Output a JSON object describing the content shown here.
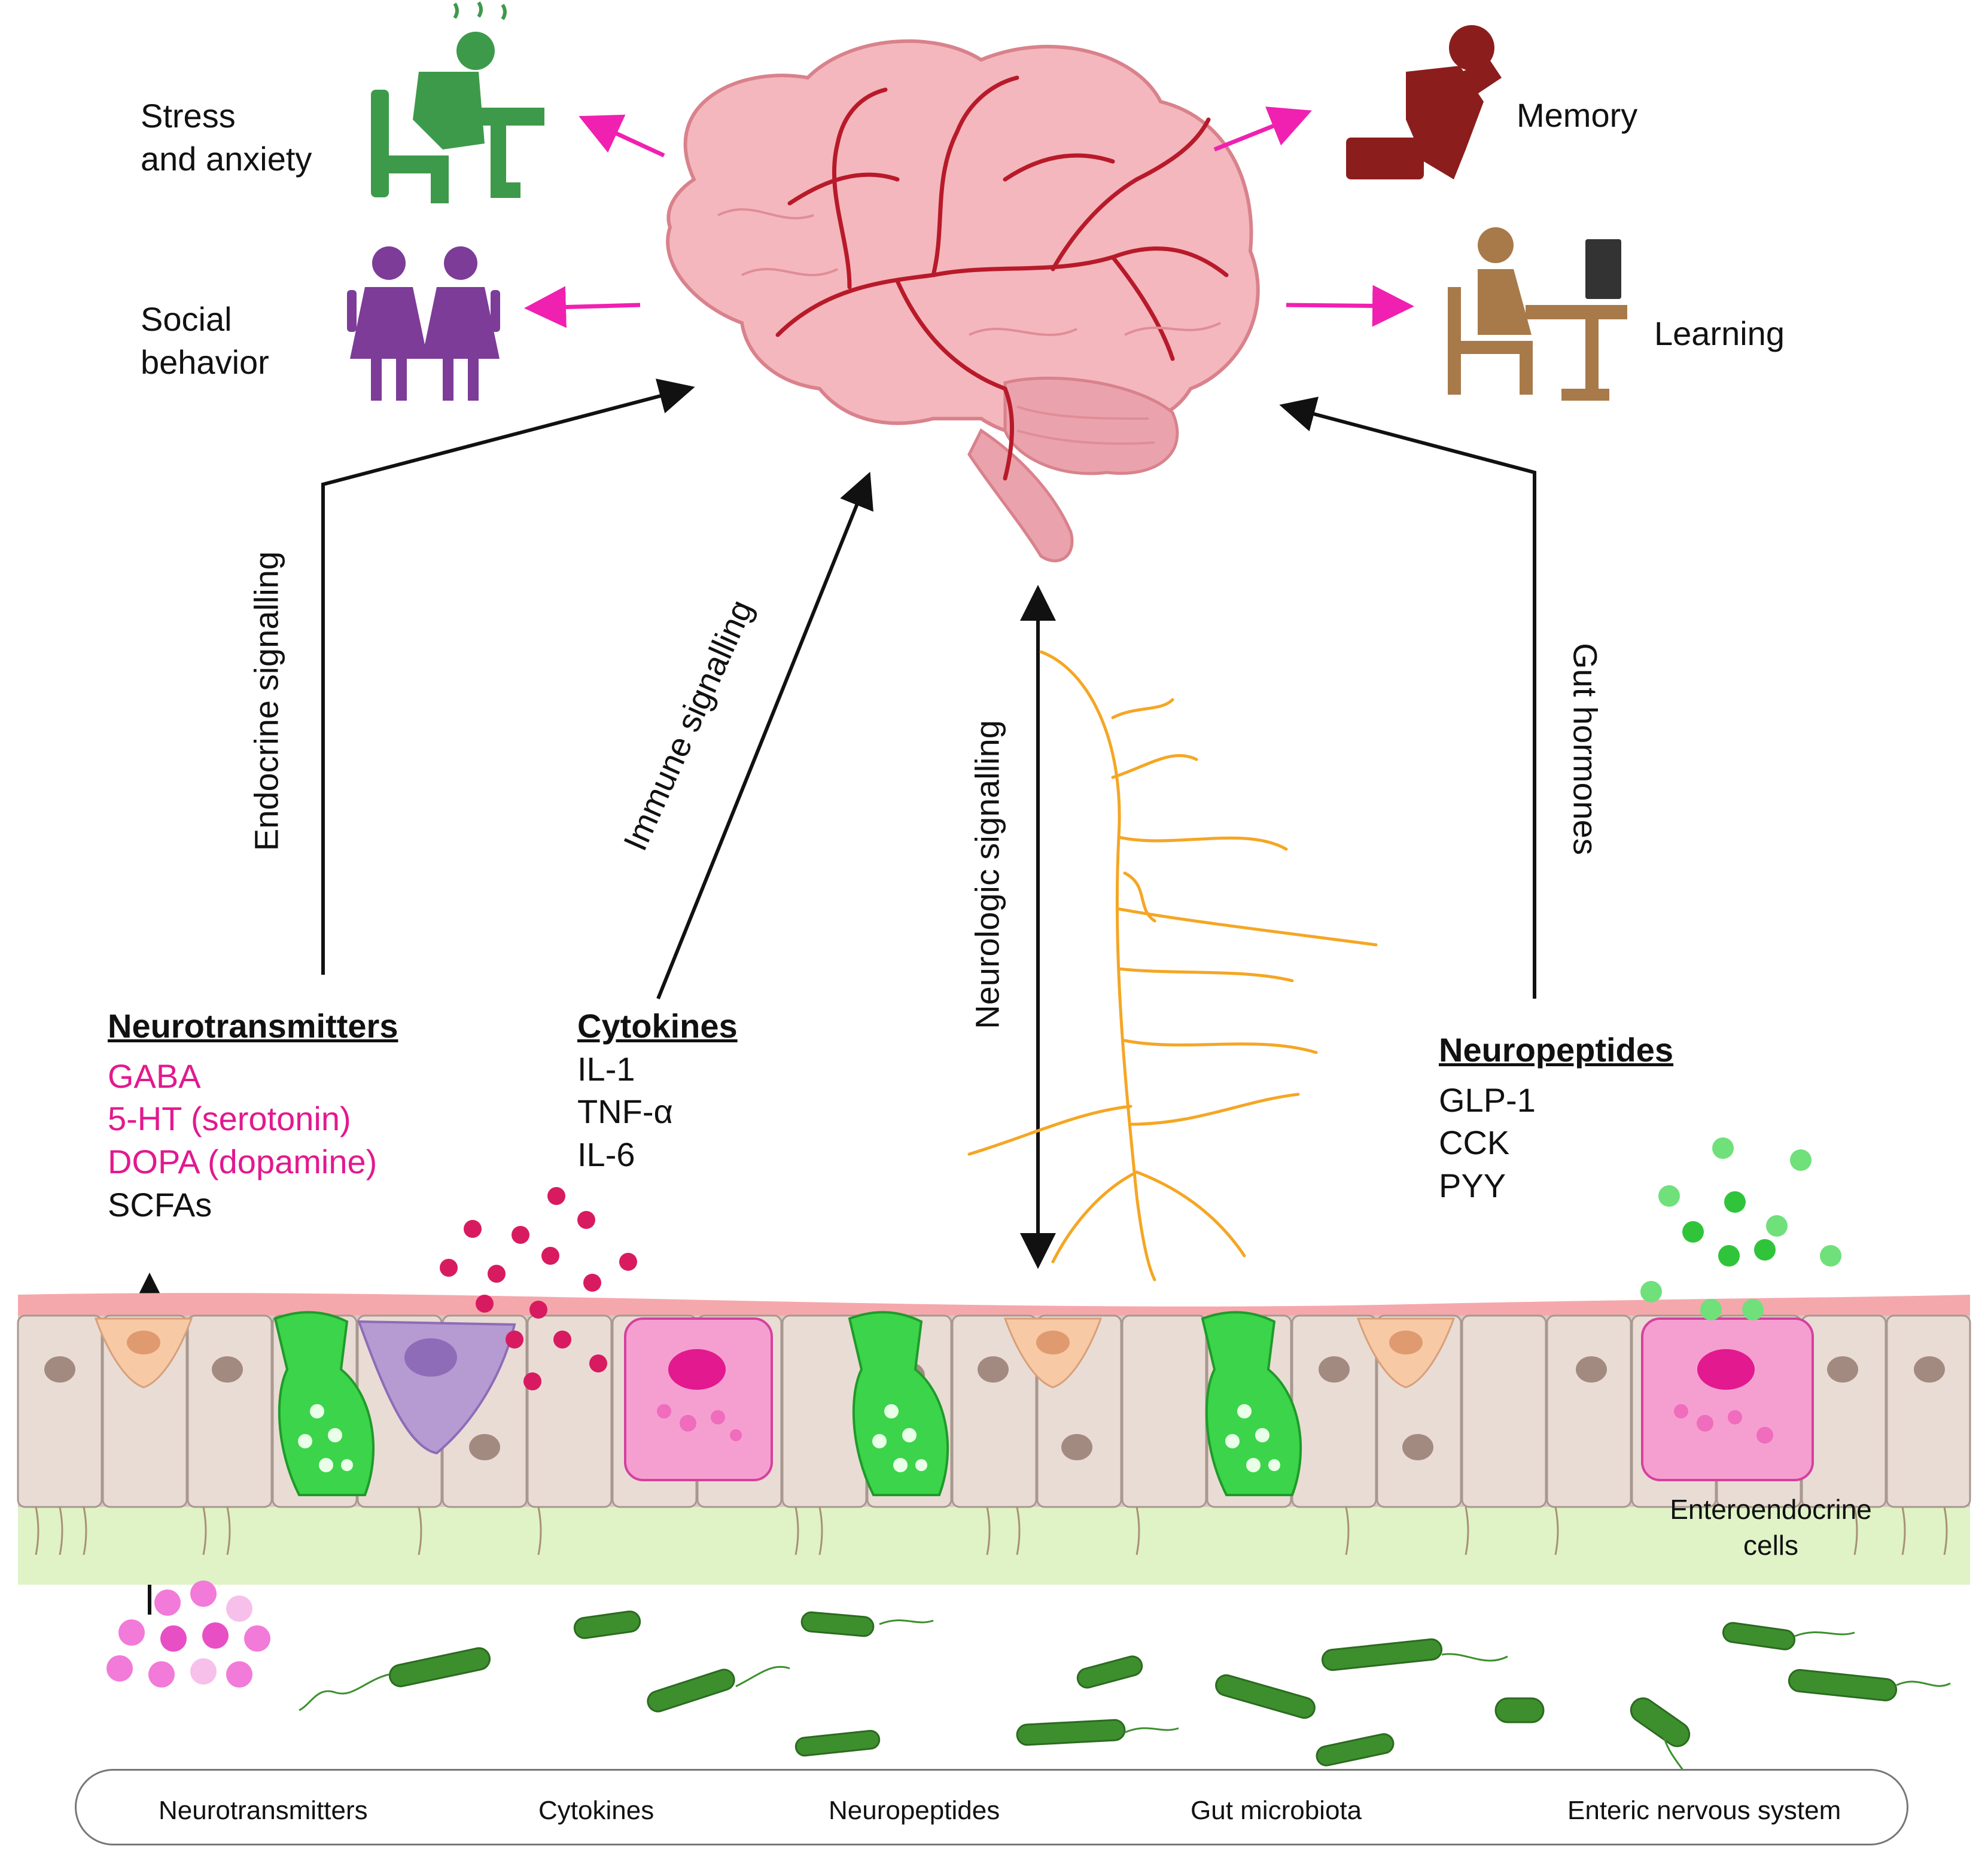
{
  "outcomes": {
    "stress": "Stress\nand anxiety",
    "social": "Social\nbehavior",
    "memory": "Memory",
    "learning": "Learning"
  },
  "pathways": {
    "endocrine": "Endocrine signalling",
    "immune": "Immune signalling",
    "neurologic": "Neurologic signalling",
    "gut_hormones": "Gut hormones"
  },
  "neurotransmitters": {
    "header": "Neurotransmitters",
    "items": [
      "GABA",
      "5-HT (serotonin)",
      "DOPA (dopamine)",
      "SCFAs"
    ]
  },
  "cytokines": {
    "header": "Cytokines",
    "items": [
      "IL-1",
      "TNF-α",
      "IL-6"
    ]
  },
  "neuropeptides": {
    "header": "Neuropeptides",
    "items": [
      "GLP-1",
      "CCK",
      "PYY"
    ]
  },
  "cell_label": "Enteroendocrine\ncells",
  "legend": [
    "Neurotransmitters",
    "Cytokines",
    "Neuropeptides",
    "Gut microbiota",
    "Enteric nervous system"
  ],
  "colors": {
    "magenta_text": "#e2198f",
    "arrow_magenta": "#f020b0",
    "cytokine": "#d81b60",
    "neurotransmitter": "#f07ad8",
    "neuropeptide": "#2fc43a",
    "microbe": "#3d8f2e",
    "nerve": "#f5a623",
    "brain": "#f4b7bd",
    "stress_icon": "#3d9a4a",
    "social_icon": "#7d3c98",
    "memory_icon": "#8c1d1d",
    "learning_icon": "#a87a4a"
  },
  "icons": [
    "stressed-person-icon",
    "two-women-icon",
    "sitting-person-icon",
    "person-at-computer-icon",
    "brain-icon"
  ]
}
